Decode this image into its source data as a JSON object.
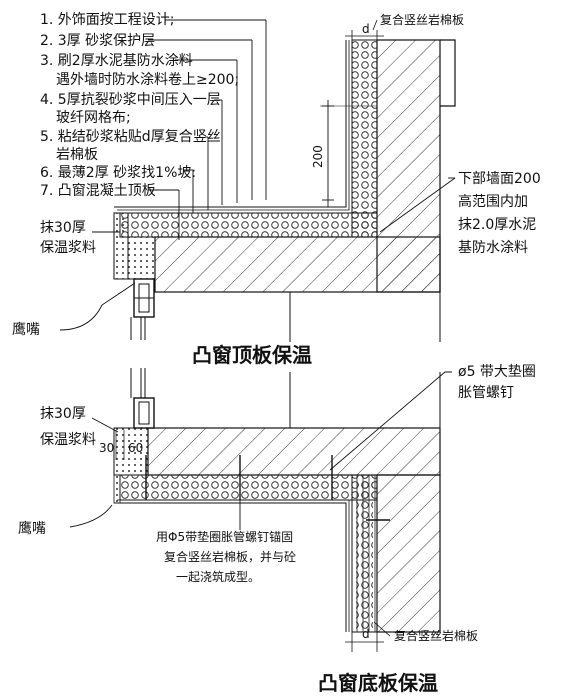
{
  "notes": [
    "1. 外饰面按工程设计;",
    "2. 3厚 砂浆保护层",
    "3. 刷2厚水泥基防水涂料",
    "遇外墙时防水涂料卷上≥200;",
    "4. 5厚抗裂砂浆中间压入一层",
    "玻纤网格布;",
    "5. 粘结砂浆粘贴d厚复合竖丝",
    "岩棉板",
    "6. 最薄2厚 砂浆找1%坡:",
    "7. 凸窗混凝土顶板"
  ],
  "top_section": {
    "title": "凸窗顶板保温",
    "board_label": "复合竖丝岩棉板",
    "dim_d": "d",
    "dim_200": "200",
    "insul_label": [
      "抹30厚",
      "保温浆料"
    ],
    "drip_label": "鹰嘴",
    "right_note": [
      "下部墙面200",
      "高范围内加",
      "抹2.0厚水泥",
      "基防水涂料"
    ]
  },
  "bottom_section": {
    "title": "凸窗底板保温",
    "anchor_label": [
      "ø5 带大垫圈",
      "胀管螺钉"
    ],
    "insul_label": [
      "抹30厚",
      "保温浆料"
    ],
    "dim_30": "30",
    "dim_60": "60",
    "drip_label": "鹰嘴",
    "center_note": [
      "用Φ5带垫圈胀管螺钉锚固",
      "复合竖丝岩棉板，并与砼",
      "一起浇筑成型。"
    ],
    "board_label": "复合竖丝岩棉板",
    "dim_d": "d"
  },
  "colors": {
    "line": "#111111",
    "background": "#ffffff"
  }
}
